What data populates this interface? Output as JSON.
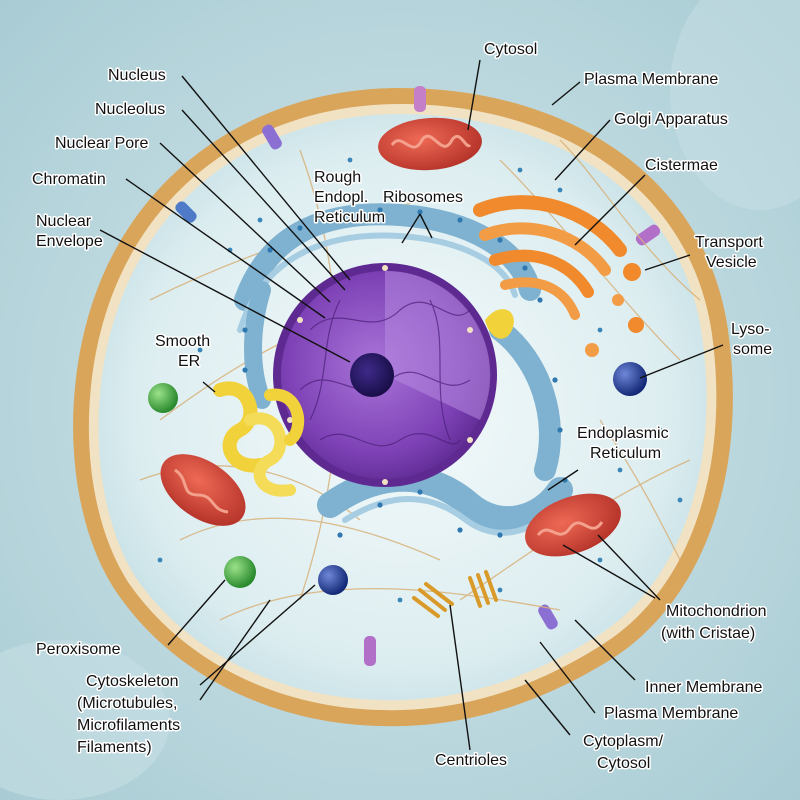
{
  "labels": {
    "nucleus": "Nucleus",
    "nucleolus": "Nucleolus",
    "nuclear_pore": "Nuclear Pore",
    "chromatin": "Chromatin",
    "nuclear_envelope_1": "Nuclear",
    "nuclear_envelope_2": "Envelope",
    "smooth_er_1": "Smooth",
    "smooth_er_2": "ER",
    "peroxisome": "Peroxisome",
    "cytoskeleton_1": "Cytoskeleton",
    "cytoskeleton_2": "(Microtubules,",
    "cytoskeleton_3": "Microfilaments",
    "cytoskeleton_4": "Filaments)",
    "centrioles": "Centrioles",
    "cytoplasm_1": "Cytoplasm/",
    "cytoplasm_2": "Cytosol",
    "plasma_membrane_bottom": "Plasma Membrane",
    "inner_membrane": "Inner Membrane",
    "mitochondrion_1": "Mitochondrion",
    "mitochondrion_2": "(with Cristae)",
    "endoplasmic_reticulum_1": "Endoplasmic",
    "endoplasmic_reticulum_2": "Reticulum",
    "lysosome_1": "Lyso-",
    "lysosome_2": "some",
    "transport_vesicle_1": "Transport",
    "transport_vesicle_2": "Vesicle",
    "cisternae": "Cistermae",
    "golgi_apparatus": "Golgi Apparatus",
    "plasma_membrane_top": "Plasma Membrane",
    "cytosol": "Cytosol",
    "rough_er_1": "Rough",
    "rough_er_2": "Endopl.",
    "rough_er_3": "Reticulum",
    "ribosomes": "Ribosomes"
  },
  "colors": {
    "background": "#bcd9df",
    "membrane": "#d9a55a",
    "cytoplasm": "#e6f3f4",
    "nucleus": "#8a4fc0",
    "nucleolus": "#2a1a6a",
    "rough_er": "#7fb2d0",
    "golgi": "#f08a2c",
    "smooth_er": "#f2d23a",
    "mitochondrion": "#d9473a",
    "lysosome": "#1f3a8f",
    "peroxisome": "#3aa53a"
  }
}
